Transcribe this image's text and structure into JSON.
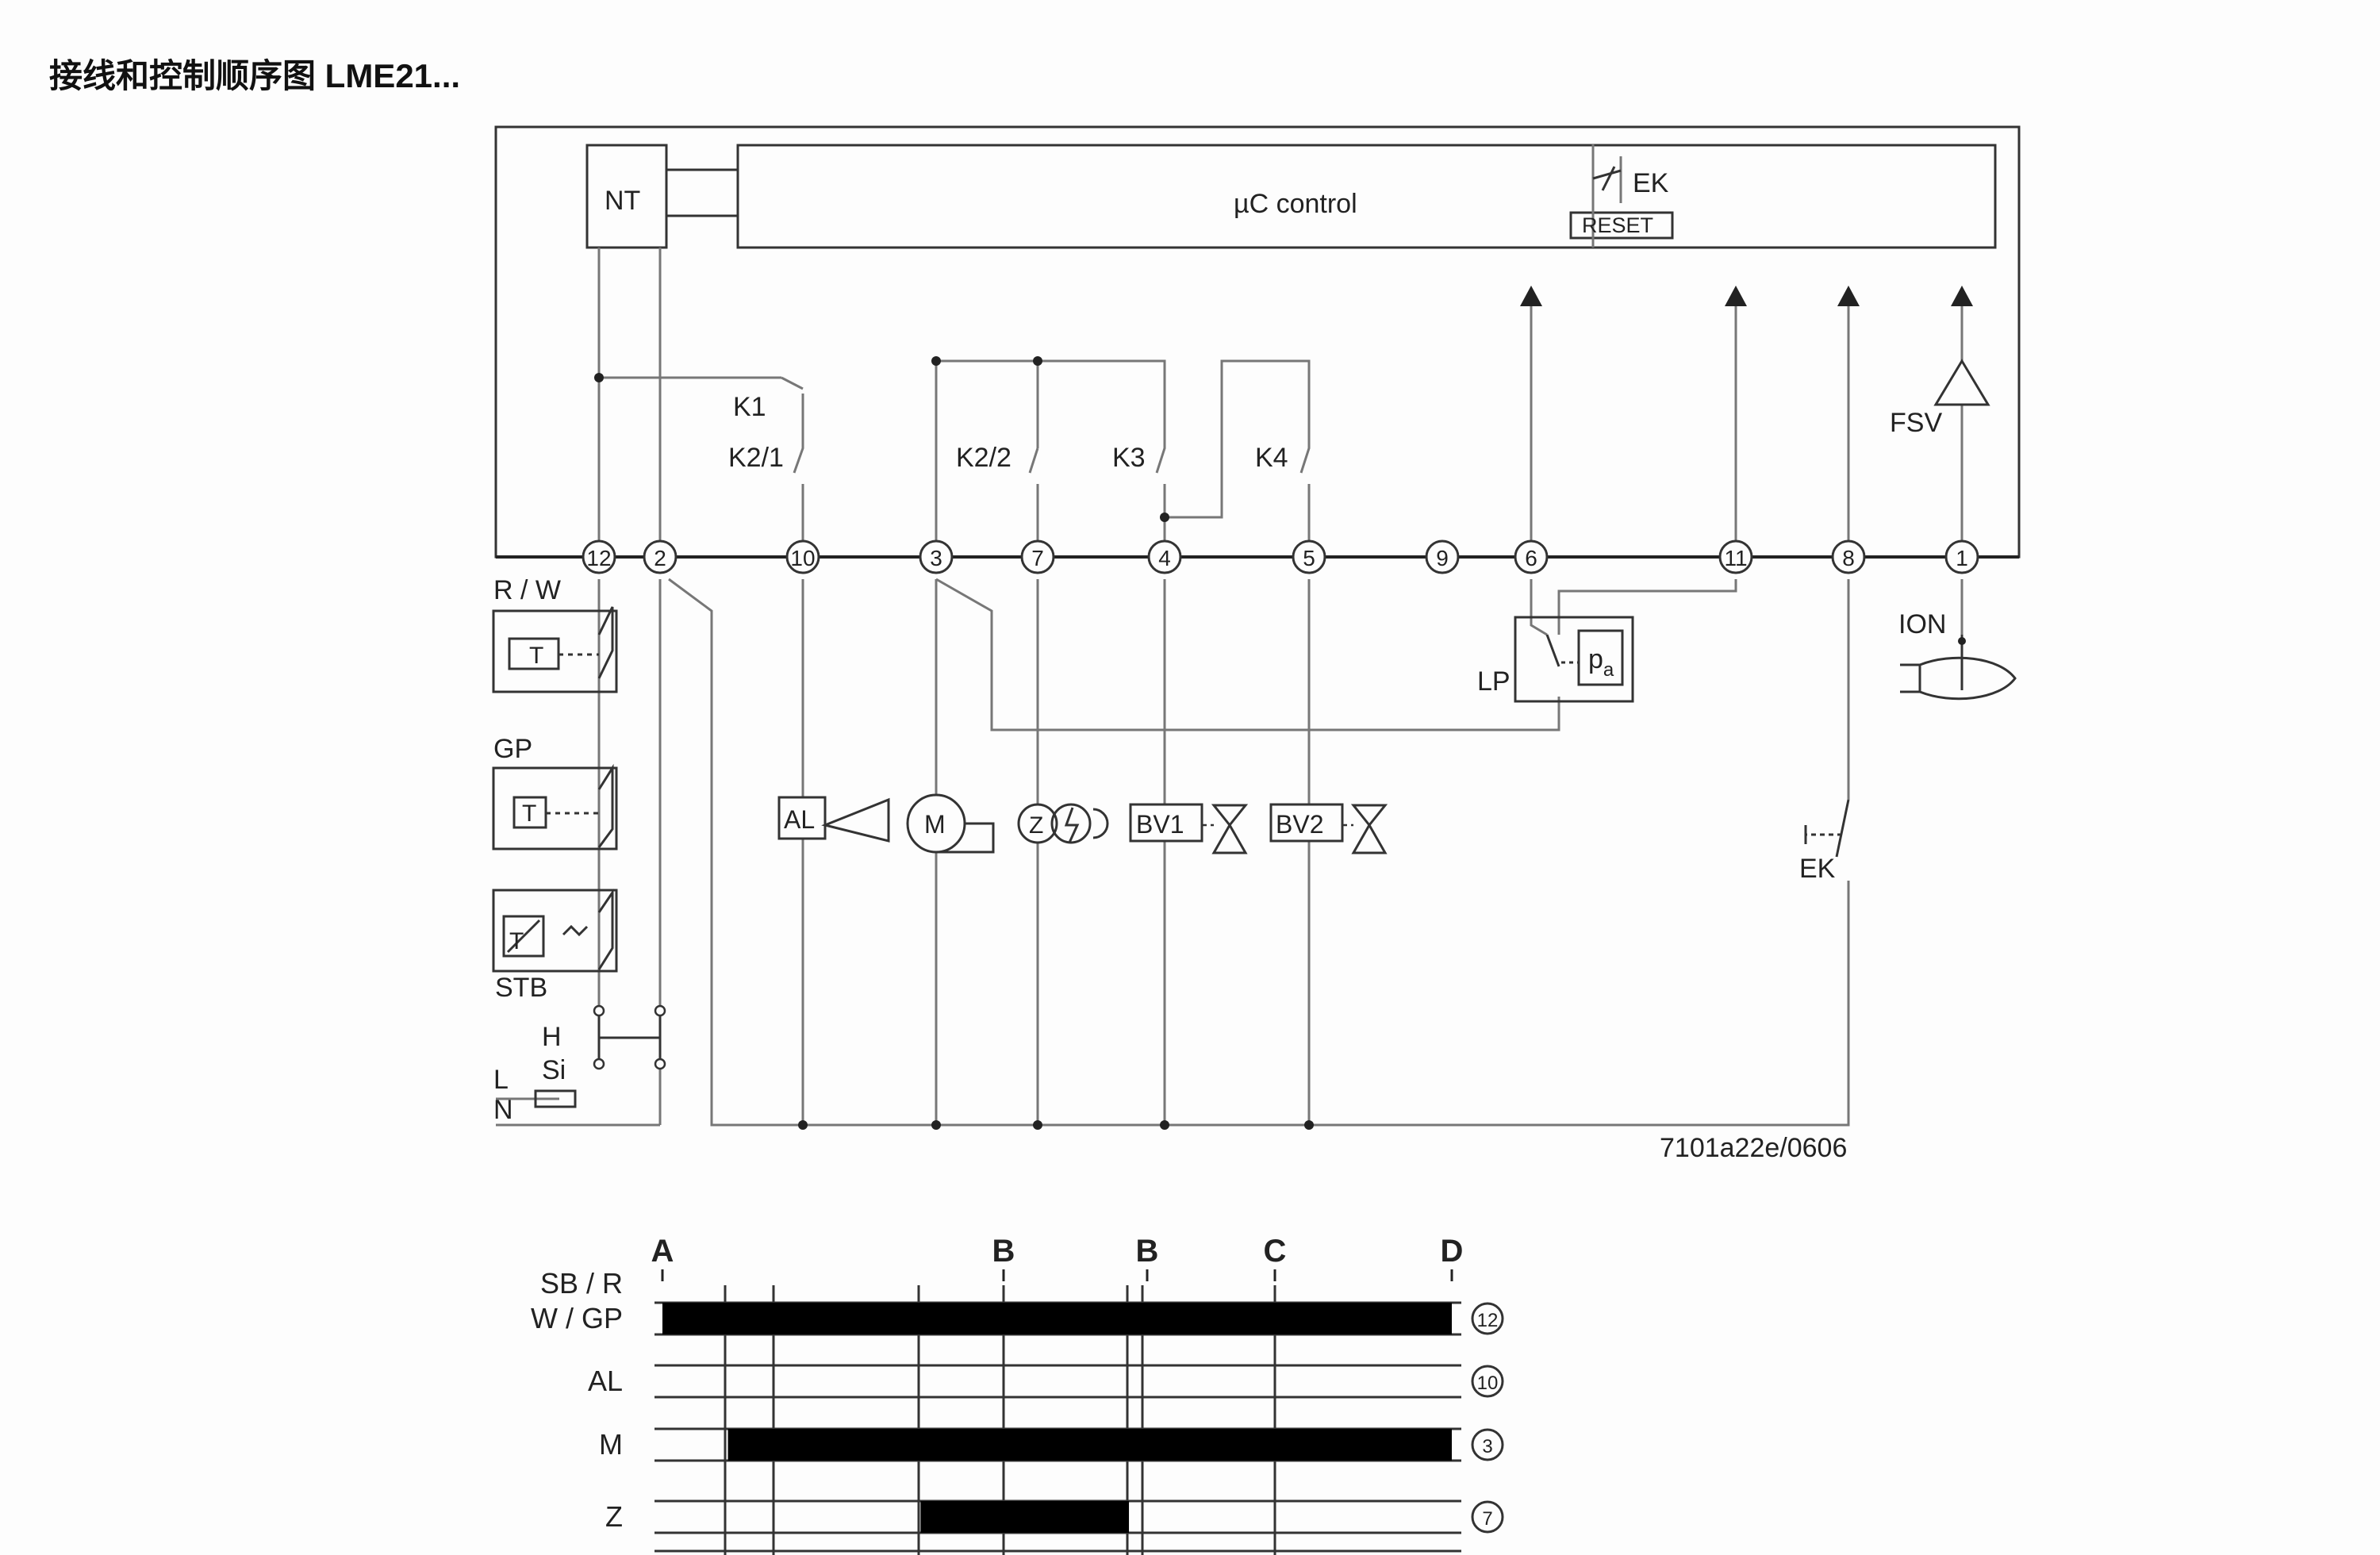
{
  "title": "接线和控制顺序图 LME21...",
  "controller": {
    "nt_label": "NT",
    "uc_label": "µC control",
    "ek_label": "EK",
    "reset_label": "RESET"
  },
  "contacts": [
    "K1",
    "K2/1",
    "K2/2",
    "K3",
    "K4"
  ],
  "terminals": [
    "12",
    "2",
    "10",
    "3",
    "7",
    "4",
    "5",
    "9",
    "6",
    "11",
    "8",
    "1"
  ],
  "sensors": {
    "fsv": "FSV",
    "ion": "ION",
    "lp": "LP",
    "pa": "p",
    "pa_sub": "a"
  },
  "field_devices": {
    "rw": "R / W",
    "gp": "GP",
    "stb": "STB",
    "t": "T",
    "h": "H",
    "si": "Si",
    "l": "L",
    "n": "N"
  },
  "loads": {
    "al": "AL",
    "m": "M",
    "z": "Z",
    "bv1": "BV1",
    "bv2": "BV2",
    "ek": "EK"
  },
  "drawing_code": "7101a22e/0606",
  "sequence": {
    "phases": [
      "A",
      "B",
      "B",
      "C",
      "D"
    ],
    "rows": [
      {
        "label": [
          "SB / R",
          "W / GP"
        ],
        "terminal": "12",
        "active": [
          [
            0,
            1
          ]
        ]
      },
      {
        "label": [
          "AL"
        ],
        "terminal": "10",
        "active": []
      },
      {
        "label": [
          "M"
        ],
        "terminal": "3",
        "active": [
          [
            0.083,
            1
          ]
        ]
      },
      {
        "label": [
          "Z"
        ],
        "terminal": "7",
        "active": [
          [
            0.327,
            0.591
          ]
        ]
      }
    ]
  }
}
